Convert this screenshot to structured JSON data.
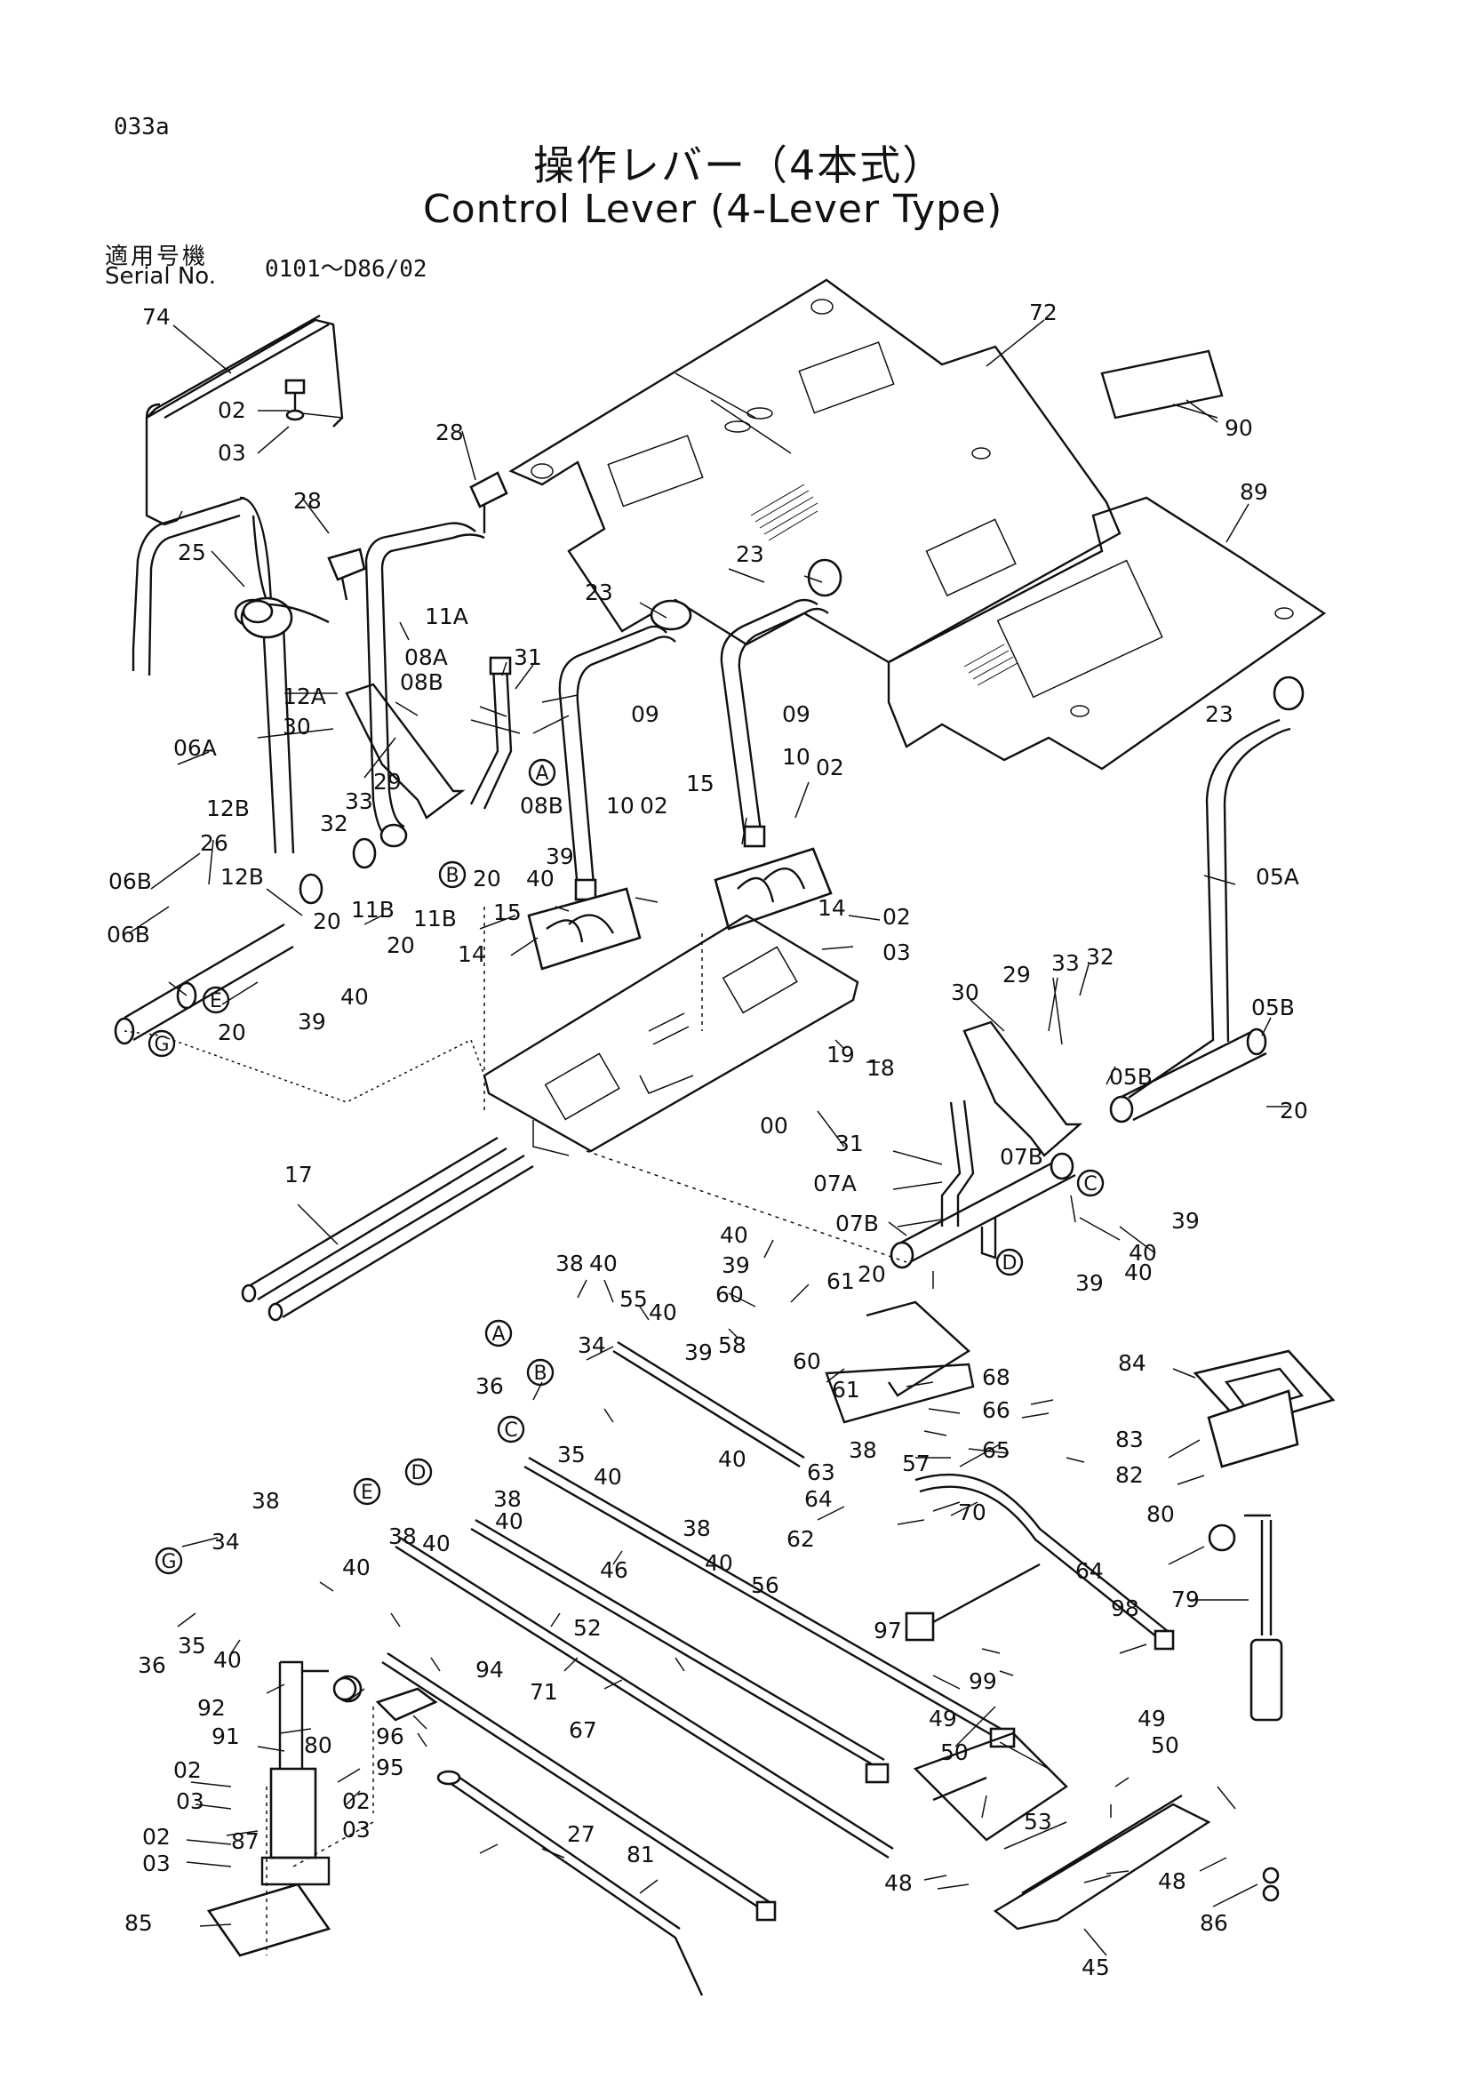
{
  "header": {
    "page_id": "033a",
    "title_jp": "操作レバー（4本式）",
    "title_en": "Control Lever (4-Lever Type)",
    "serial_label_jp": "適用号機",
    "serial_label_en": "Serial No.",
    "serial_value": "0101～D86/02"
  },
  "circle_labels": [
    {
      "id": "A1",
      "text": "A"
    },
    {
      "id": "B1",
      "text": "B"
    },
    {
      "id": "E1",
      "text": "E"
    },
    {
      "id": "G1",
      "text": "G"
    },
    {
      "id": "C1",
      "text": "C"
    },
    {
      "id": "D1",
      "text": "D"
    },
    {
      "id": "A2",
      "text": "A"
    },
    {
      "id": "B2",
      "text": "B"
    },
    {
      "id": "C2",
      "text": "C"
    },
    {
      "id": "D2",
      "text": "D"
    },
    {
      "id": "E2",
      "text": "E"
    },
    {
      "id": "G2",
      "text": "G"
    }
  ],
  "part_labels": [
    {
      "id": "p74",
      "text": "74"
    },
    {
      "id": "p02a",
      "text": "02"
    },
    {
      "id": "p03a",
      "text": "03"
    },
    {
      "id": "p72",
      "text": "72"
    },
    {
      "id": "p90",
      "text": "90"
    },
    {
      "id": "p89",
      "text": "89"
    },
    {
      "id": "p28a",
      "text": "28"
    },
    {
      "id": "p28b",
      "text": "28"
    },
    {
      "id": "p25",
      "text": "25"
    },
    {
      "id": "p23a",
      "text": "23"
    },
    {
      "id": "p23b",
      "text": "23"
    },
    {
      "id": "p23c",
      "text": "23"
    },
    {
      "id": "p11A",
      "text": "11A"
    },
    {
      "id": "p12A",
      "text": "12A"
    },
    {
      "id": "p30a",
      "text": "30"
    },
    {
      "id": "p06A",
      "text": "06A"
    },
    {
      "id": "p08A",
      "text": "08A"
    },
    {
      "id": "p08B",
      "text": "08B"
    },
    {
      "id": "p31a",
      "text": "31"
    },
    {
      "id": "p09a",
      "text": "09"
    },
    {
      "id": "p09b",
      "text": "09"
    },
    {
      "id": "p08Bb",
      "text": "08B"
    },
    {
      "id": "p32a",
      "text": "32"
    },
    {
      "id": "p33a",
      "text": "33"
    },
    {
      "id": "p29a",
      "text": "29"
    },
    {
      "id": "p12B",
      "text": "12B"
    },
    {
      "id": "p12Bb",
      "text": "12B"
    },
    {
      "id": "p26",
      "text": "26"
    },
    {
      "id": "p06B",
      "text": "06B"
    },
    {
      "id": "p06Bb",
      "text": "06B"
    },
    {
      "id": "p11B",
      "text": "11B"
    },
    {
      "id": "p11Bb",
      "text": "11B"
    },
    {
      "id": "p20a",
      "text": "20"
    },
    {
      "id": "p20b",
      "text": "20"
    },
    {
      "id": "p20c",
      "text": "20"
    },
    {
      "id": "p20d",
      "text": "20"
    },
    {
      "id": "p39a",
      "text": "39"
    },
    {
      "id": "p40a",
      "text": "40"
    },
    {
      "id": "p39b",
      "text": "39"
    },
    {
      "id": "p40b",
      "text": "40"
    },
    {
      "id": "p10a",
      "text": "10"
    },
    {
      "id": "p02b",
      "text": "02"
    },
    {
      "id": "p15a",
      "text": "15"
    },
    {
      "id": "p15b",
      "text": "15"
    },
    {
      "id": "p10b",
      "text": "10"
    },
    {
      "id": "p02c",
      "text": "02"
    },
    {
      "id": "p14a",
      "text": "14"
    },
    {
      "id": "p14b",
      "text": "14"
    },
    {
      "id": "p02d",
      "text": "02"
    },
    {
      "id": "p03b",
      "text": "03"
    },
    {
      "id": "p05A",
      "text": "05A"
    },
    {
      "id": "p05B",
      "text": "05B"
    },
    {
      "id": "p05Bb",
      "text": "05B"
    },
    {
      "id": "p30b",
      "text": "30"
    },
    {
      "id": "p29b",
      "text": "29"
    },
    {
      "id": "p33b",
      "text": "33"
    },
    {
      "id": "p32b",
      "text": "32"
    },
    {
      "id": "p19",
      "text": "19"
    },
    {
      "id": "p18",
      "text": "18"
    },
    {
      "id": "p00",
      "text": "00"
    },
    {
      "id": "p20e",
      "text": "20"
    },
    {
      "id": "p31b",
      "text": "31"
    },
    {
      "id": "p07A",
      "text": "07A"
    },
    {
      "id": "p07B",
      "text": "07B"
    },
    {
      "id": "p07Bb",
      "text": "07B"
    },
    {
      "id": "p20f",
      "text": "20"
    },
    {
      "id": "p40c",
      "text": "40"
    },
    {
      "id": "p39c",
      "text": "39"
    },
    {
      "id": "p40d",
      "text": "40"
    },
    {
      "id": "p39d",
      "text": "39"
    },
    {
      "id": "p17",
      "text": "17"
    },
    {
      "id": "p40e",
      "text": "40"
    },
    {
      "id": "p39e",
      "text": "39"
    },
    {
      "id": "p38a",
      "text": "38"
    },
    {
      "id": "p40f",
      "text": "40"
    },
    {
      "id": "p55",
      "text": "55"
    },
    {
      "id": "p60a",
      "text": "60"
    },
    {
      "id": "p61a",
      "text": "61"
    },
    {
      "id": "p40g",
      "text": "40"
    },
    {
      "id": "p58",
      "text": "58"
    },
    {
      "id": "p34a",
      "text": "34"
    },
    {
      "id": "p39f",
      "text": "39"
    },
    {
      "id": "p60b",
      "text": "60"
    },
    {
      "id": "p61b",
      "text": "61"
    },
    {
      "id": "p36a",
      "text": "36"
    },
    {
      "id": "p35a",
      "text": "35"
    },
    {
      "id": "p40h",
      "text": "40"
    },
    {
      "id": "p40i",
      "text": "40"
    },
    {
      "id": "p38b",
      "text": "38"
    },
    {
      "id": "p63",
      "text": "63"
    },
    {
      "id": "p64a",
      "text": "64"
    },
    {
      "id": "p57",
      "text": "57"
    },
    {
      "id": "p68",
      "text": "68"
    },
    {
      "id": "p66",
      "text": "66"
    },
    {
      "id": "p65",
      "text": "65"
    },
    {
      "id": "p84",
      "text": "84"
    },
    {
      "id": "p83",
      "text": "83"
    },
    {
      "id": "p82",
      "text": "82"
    },
    {
      "id": "p80a",
      "text": "80"
    },
    {
      "id": "p79",
      "text": "79"
    },
    {
      "id": "p38c",
      "text": "38"
    },
    {
      "id": "p38d",
      "text": "38"
    },
    {
      "id": "p40j",
      "text": "40"
    },
    {
      "id": "p34b",
      "text": "34"
    },
    {
      "id": "p38e",
      "text": "38"
    },
    {
      "id": "p40k",
      "text": "40"
    },
    {
      "id": "p38f",
      "text": "38"
    },
    {
      "id": "p40l",
      "text": "40"
    },
    {
      "id": "p40m",
      "text": "40"
    },
    {
      "id": "p62",
      "text": "62"
    },
    {
      "id": "p56",
      "text": "56"
    },
    {
      "id": "p70",
      "text": "70"
    },
    {
      "id": "p64b",
      "text": "64"
    },
    {
      "id": "p98",
      "text": "98"
    },
    {
      "id": "p46",
      "text": "46"
    },
    {
      "id": "p97",
      "text": "97"
    },
    {
      "id": "p99",
      "text": "99"
    },
    {
      "id": "p52",
      "text": "52"
    },
    {
      "id": "p35b",
      "text": "35"
    },
    {
      "id": "p40n",
      "text": "40"
    },
    {
      "id": "p36b",
      "text": "36"
    },
    {
      "id": "p94",
      "text": "94"
    },
    {
      "id": "p71",
      "text": "71"
    },
    {
      "id": "p92",
      "text": "92"
    },
    {
      "id": "p80b",
      "text": "80"
    },
    {
      "id": "p91",
      "text": "91"
    },
    {
      "id": "p96",
      "text": "96"
    },
    {
      "id": "p95",
      "text": "95"
    },
    {
      "id": "p67",
      "text": "67"
    },
    {
      "id": "p49a",
      "text": "49"
    },
    {
      "id": "p50a",
      "text": "50"
    },
    {
      "id": "p49b",
      "text": "49"
    },
    {
      "id": "p50b",
      "text": "50"
    },
    {
      "id": "p02e",
      "text": "02"
    },
    {
      "id": "p03c",
      "text": "03"
    },
    {
      "id": "p02f",
      "text": "02"
    },
    {
      "id": "p03d",
      "text": "03"
    },
    {
      "id": "p02g",
      "text": "02"
    },
    {
      "id": "p87",
      "text": "87"
    },
    {
      "id": "p03e",
      "text": "03"
    },
    {
      "id": "p53",
      "text": "53"
    },
    {
      "id": "p27",
      "text": "27"
    },
    {
      "id": "p81",
      "text": "81"
    },
    {
      "id": "p85",
      "text": "85"
    },
    {
      "id": "p48a",
      "text": "48"
    },
    {
      "id": "p48b",
      "text": "48"
    },
    {
      "id": "p86",
      "text": "86"
    },
    {
      "id": "p45",
      "text": "45"
    }
  ]
}
